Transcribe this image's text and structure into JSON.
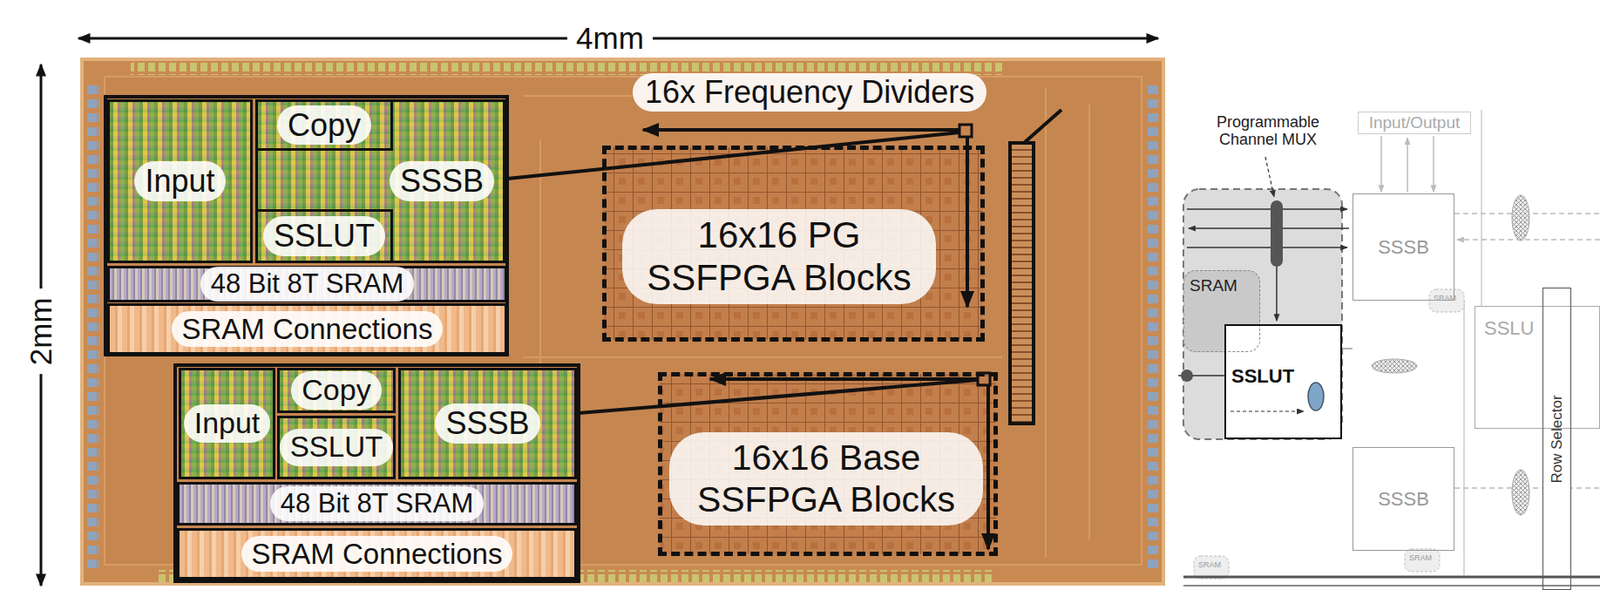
{
  "diagram": {
    "nodes": [
      {
        "text": [
          "Input"
        ]
      },
      {
        "text": [
          "SSSB"
        ]
      },
      {
        "text": [
          "Copy"
        ]
      },
      {
        "text": [
          "SSLUT"
        ]
      },
      {
        "text": [
          "48 Bit 8T SRAM"
        ]
      },
      {
        "text": [
          "SRAM Connections"
        ]
      },
      {
        "text": [
          "16x16 PG SSFPGA Blocks"
        ]
      },
      {
        "text": [
          "Input"
        ]
      },
      {
        "text": [
          "Copy"
        ]
      },
      {
        "text": [
          "SSLUT"
        ]
      },
      {
        "text": [
          "SSSB"
        ]
      },
      {
        "text": [
          "48 Bit 8T SRAM"
        ]
      },
      {
        "text": [
          "SRAM Connections"
        ]
      },
      {
        "text": [
          "16x16 Base SSFPGA Blocks"
        ]
      },
      {
        "text": [
          "Input/Output"
        ]
      },
      {
        "text": [
          "SSSB"
        ]
      },
      {
        "text": [
          "SRAM"
        ]
      },
      {
        "text": [
          "SSLUT"
        ]
      },
      {
        "text": [
          "SSLU"
        ]
      },
      {
        "text": [
          "Row Selector"
        ]
      },
      {
        "text": [
          "SSSB"
        ]
      }
    ],
    "labels": [
      "4mm",
      "2mm",
      "16x Frequency Dividers",
      "Programmable Channel MUX",
      "SRAM",
      "SRAM",
      "SRAM"
    ]
  }
}
